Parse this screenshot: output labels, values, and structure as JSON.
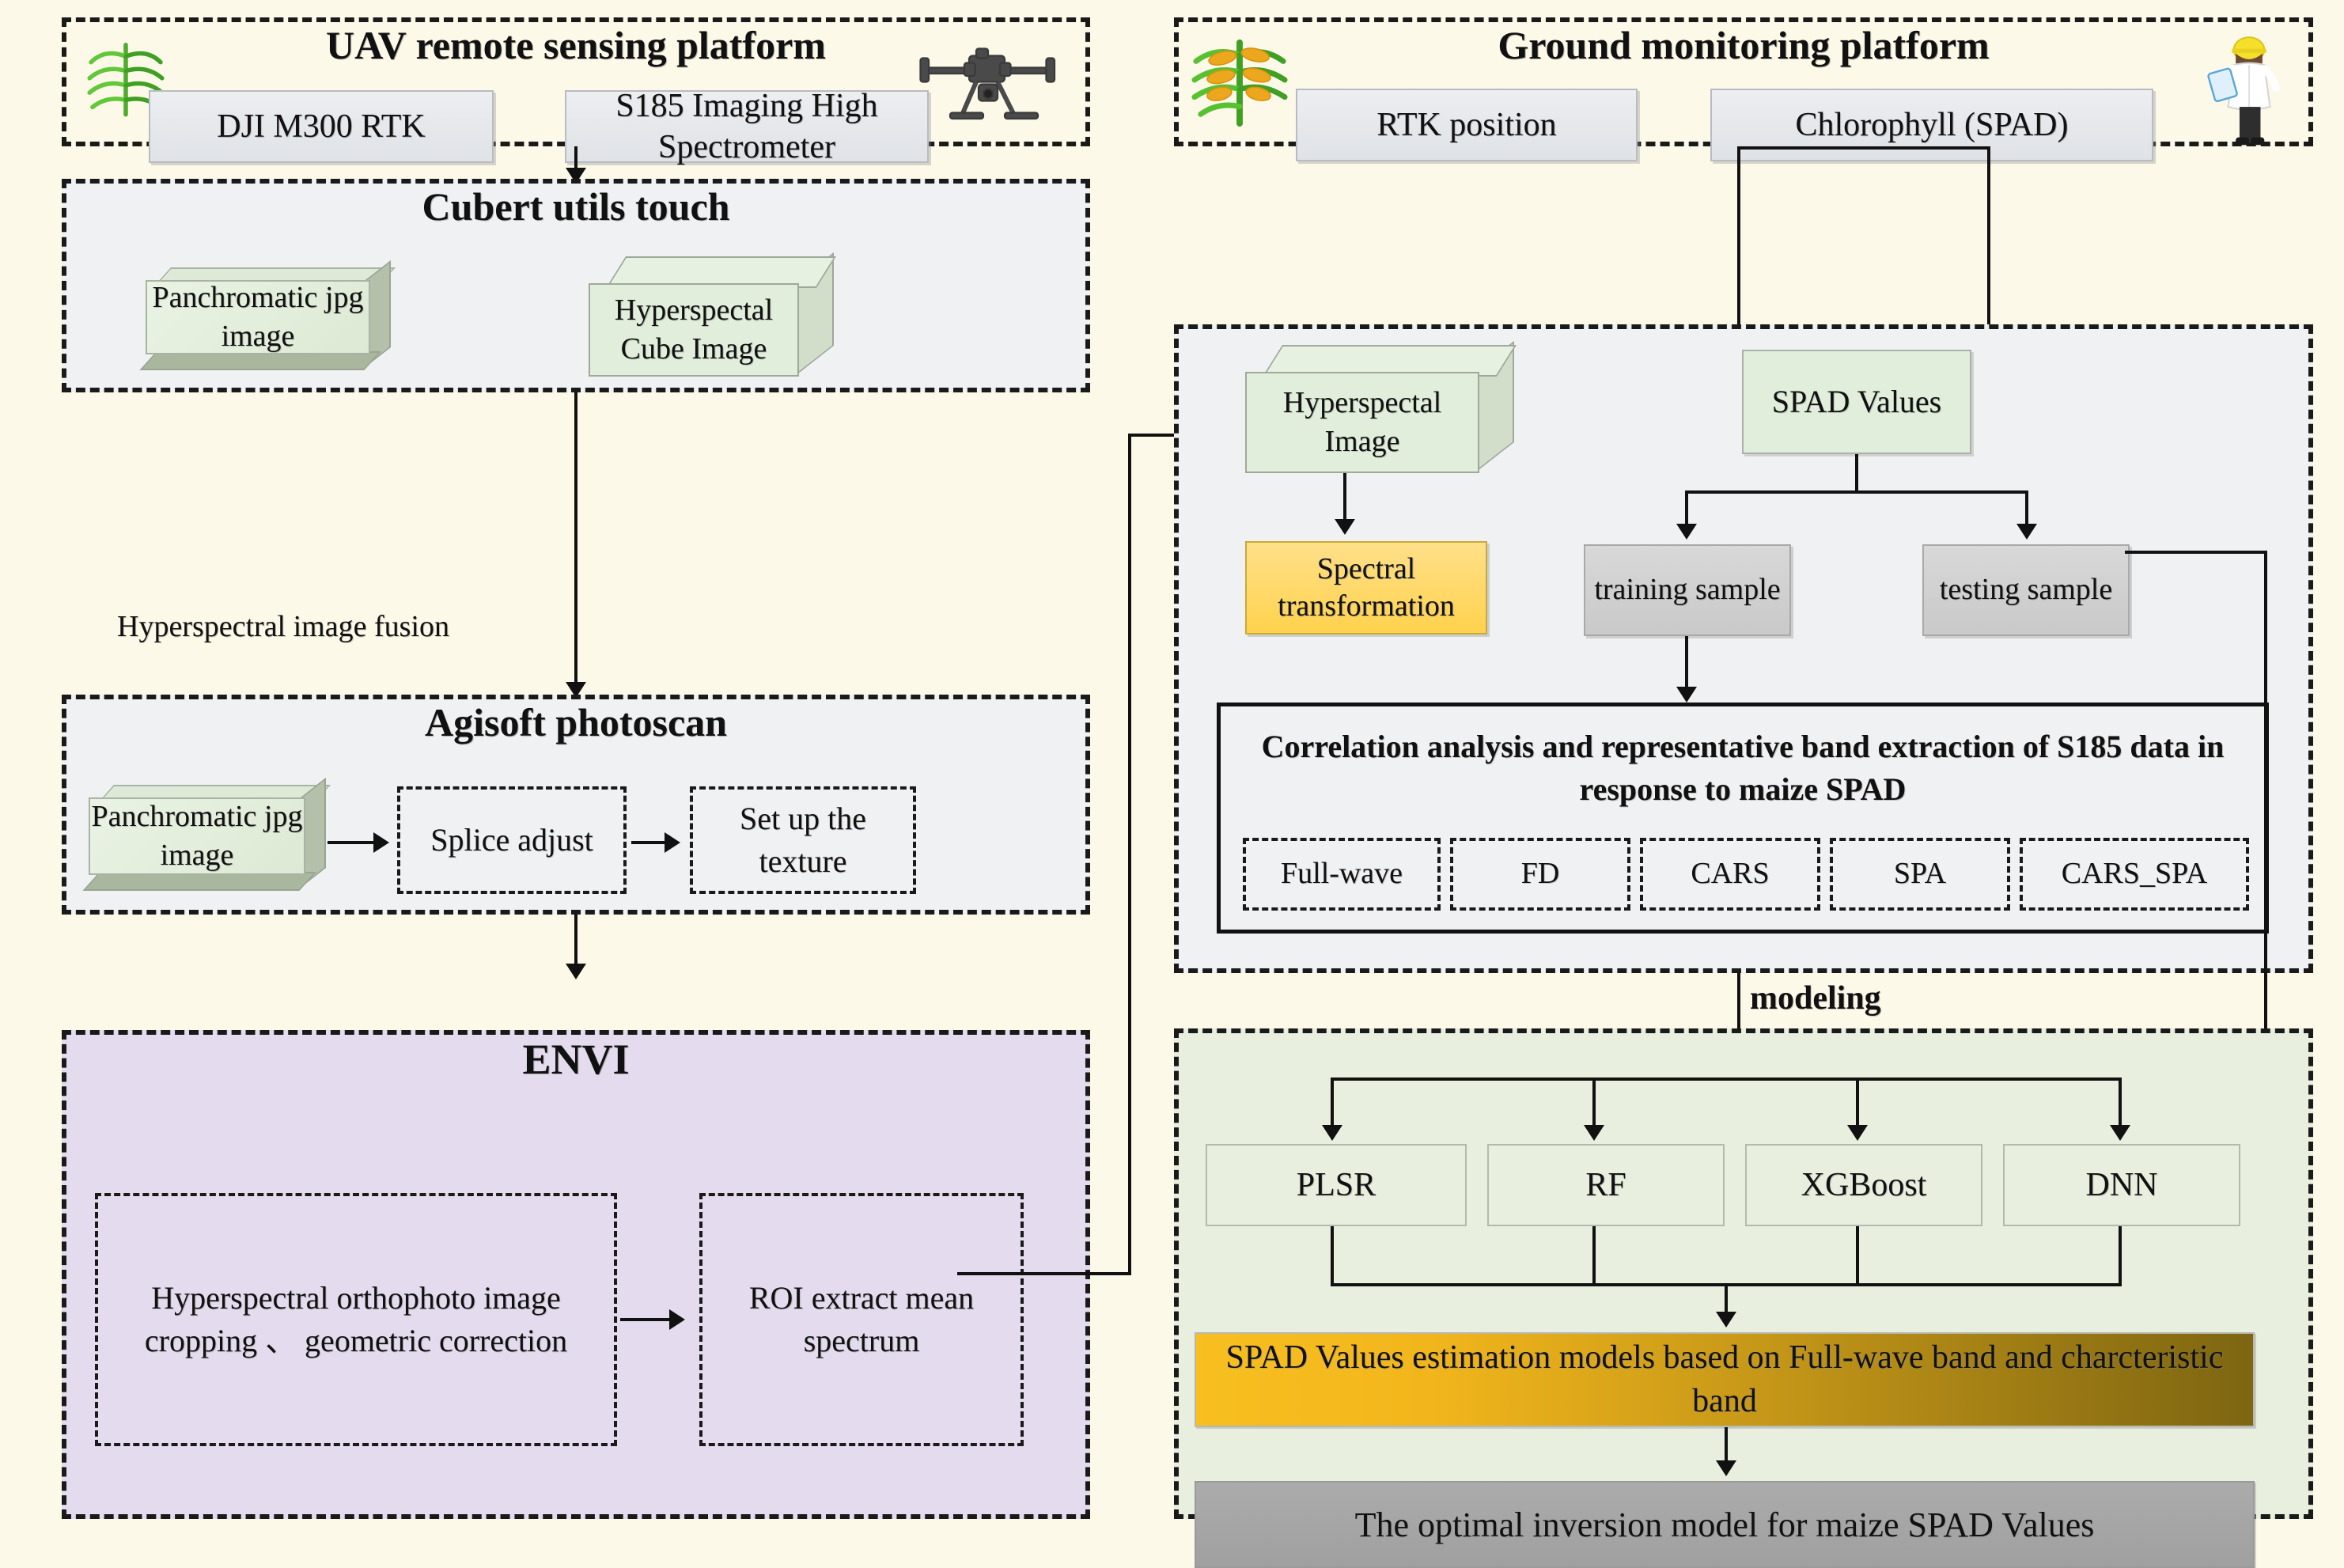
{
  "left_panel": {
    "uav": {
      "title": "UAV remote sensing platform",
      "plant_icon": "corn-plant-icon",
      "drone_icon": "drone-icon",
      "boxes": [
        {
          "label": "DJI M300 RTK"
        },
        {
          "label": "S185 Imaging High Spectrometer"
        }
      ]
    },
    "cubert": {
      "title": "Cubert utils touch",
      "panchromatic_label": "Panchromatic jpg image",
      "hyperspectral_label": "Hyperspectal Cube Image"
    },
    "fusion_label": "Hyperspectral image fusion",
    "agisoft": {
      "title": "Agisoft photoscan",
      "panchromatic_label": "Panchromatic jpg image",
      "steps": [
        {
          "label": "Splice adjust"
        },
        {
          "label": "Set up the texture"
        }
      ]
    },
    "envi": {
      "title": "ENVI",
      "steps": [
        {
          "label": "Hyperspectral orthophoto image cropping 、 geometric correction"
        },
        {
          "label": "ROI extract mean spectrum"
        }
      ]
    }
  },
  "right_panel": {
    "ground": {
      "title": "Ground monitoring platform",
      "plant_icon": "corn-plant-mature-icon",
      "person_icon": "scientist-icon",
      "boxes": [
        {
          "label": "RTK  position"
        },
        {
          "label": "Chlorophyll (SPAD)"
        }
      ]
    },
    "analysis": {
      "hyperspectral_image_label": "Hyperspectal Image",
      "spectral_transformation_label": "Spectral transformation",
      "spad_values_label": "SPAD Values",
      "training_sample_label": "training sample",
      "testing_sample_label": "testing sample",
      "correlation_title": "Correlation analysis and representative band extraction of S185 data in response to maize SPAD",
      "methods": [
        {
          "label": "Full-wave"
        },
        {
          "label": "FD"
        },
        {
          "label": "CARS"
        },
        {
          "label": "SPA"
        },
        {
          "label": "CARS_SPA"
        }
      ]
    },
    "modeling_label": "modeling",
    "models": [
      {
        "label": "PLSR"
      },
      {
        "label": "RF"
      },
      {
        "label": "XGBoost"
      },
      {
        "label": "DNN"
      }
    ],
    "estimation_label": "SPAD Values estimation models based on Full-wave band and charcteristic band",
    "optimal_label": "The optimal inversion model for maize  SPAD Values"
  },
  "colors": {
    "background": "#fdf9e9",
    "panel_gray": "#f0f1f3",
    "panel_purple": "#e4dcee",
    "panel_green": "#e8efdf",
    "green_box": "#e1eedb",
    "yellow_box": "#ffd966",
    "gray_box": "#d0d0d0",
    "gold_gradient_start": "#f5b820",
    "gold_gradient_end": "#7a6410",
    "optimal_gray": "#a6a6a6"
  }
}
